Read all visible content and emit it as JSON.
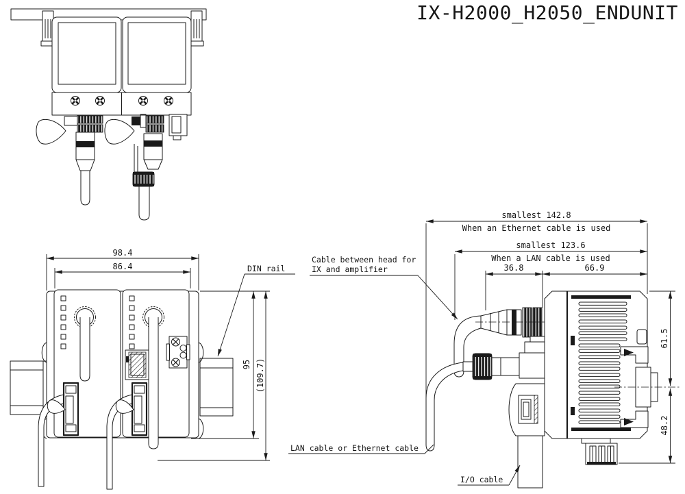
{
  "title": "IX-H2000_H2050_ENDUNIT",
  "colors": {
    "line": "#1a1a1a",
    "background": "#ffffff"
  },
  "front_view": {
    "dim_overall_width": "98.4",
    "dim_body_width": "86.4",
    "dim_body_height": "95",
    "dim_overall_height": "(109.7)",
    "label_din_rail": "DIN rail"
  },
  "side_view": {
    "dim_ethernet_depth": "smallest 142.8",
    "note_ethernet": "When an Ethernet cable is used",
    "dim_lan_depth": "smallest 123.6",
    "note_lan": "When a LAN cable is used",
    "dim_front_clearance": "36.8",
    "dim_body_depth": "66.9",
    "dim_upper_height": "61.5",
    "dim_lower_height": "48.2",
    "label_head_cable_line1": "Cable between head for",
    "label_head_cable_line2": "IX and amplifier",
    "label_lan_cable": "LAN cable or Ethernet cable",
    "label_io_cable": "I/O cable"
  }
}
